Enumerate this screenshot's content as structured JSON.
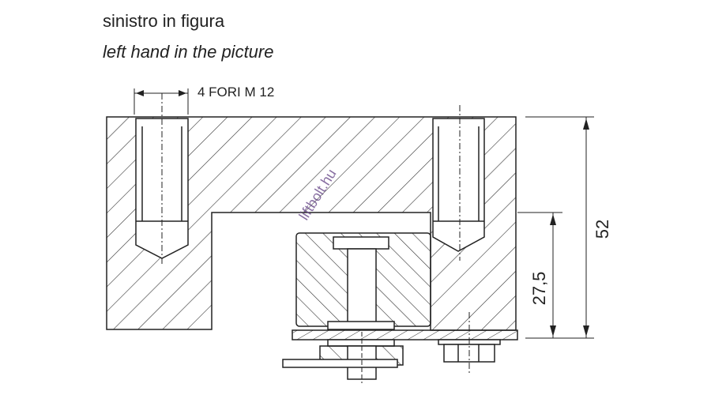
{
  "caption": {
    "italian": "sinistro in figura",
    "english": "left  hand in the picture"
  },
  "drawing": {
    "hole_note": "4 FORI M 12",
    "dimension_total": "52",
    "dimension_partial": "27,5",
    "watermark": "liftbolt.hu"
  }
}
